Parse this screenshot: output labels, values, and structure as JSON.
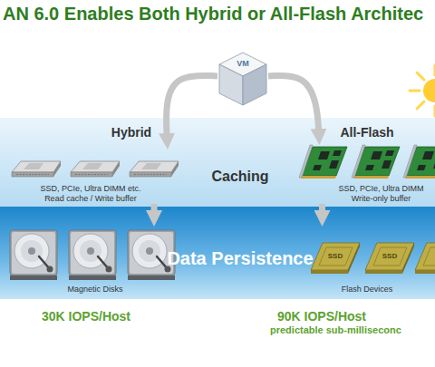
{
  "diagram": {
    "title": "AN 6.0 Enables Both Hybrid or All-Flash Architec",
    "nodes": [
      {
        "text": [
          "VM"
        ]
      },
      {
        "text": [
          "Caching"
        ]
      },
      {
        "text": [
          "SSD, PCIe, Ultra DIMM etc. Read cache / Write buffer"
        ],
        "in": 1
      },
      {
        "text": [
          "SSD, PCIe, Ultra DIMM Write-only buffer"
        ],
        "in": 1
      },
      {
        "text": [
          "Data Persistence"
        ]
      },
      {
        "text": [
          "Magnetic Disks"
        ],
        "in": 4
      },
      {
        "text": [
          "Flash Devices"
        ],
        "in": 4
      }
    ],
    "edges": [
      {
        "from": 0,
        "to": 2,
        "arrow": "to"
      },
      {
        "from": 0,
        "to": 3,
        "arrow": "to"
      },
      {
        "from": 2,
        "to": 5,
        "arrow": "to"
      },
      {
        "from": 3,
        "to": 6,
        "arrow": "to"
      }
    ],
    "labels": [
      "Hybrid",
      "All-Flash",
      "30K IOPS/Host",
      "90K IOPS/Host",
      "predictable sub-milliseconc",
      "SSD",
      "SSD"
    ]
  }
}
